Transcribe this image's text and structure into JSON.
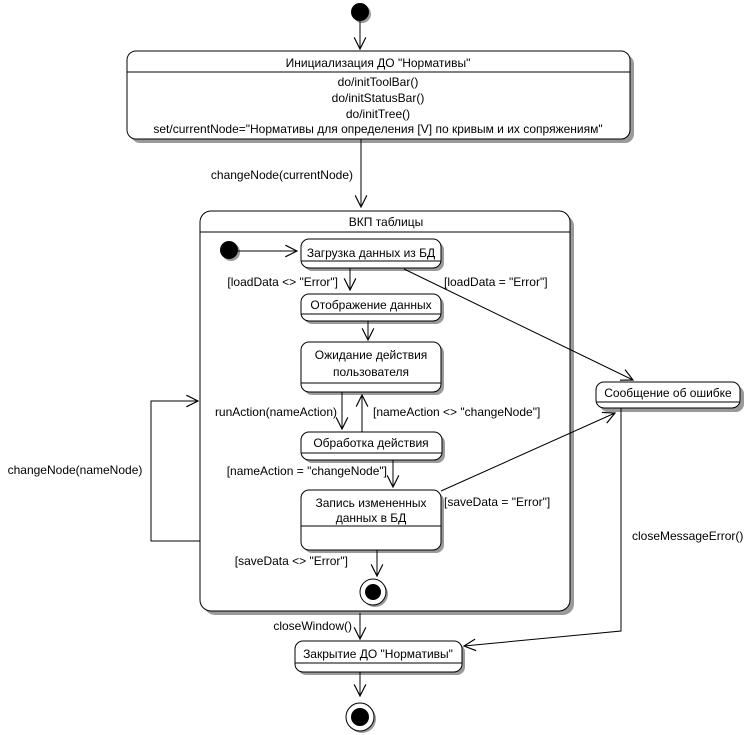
{
  "diagram": {
    "kind": "uml-statechart",
    "background_color": "#ffffff",
    "line_color": "#000000",
    "shadow_color": "#9a9a9a"
  },
  "states": {
    "init": {
      "name": "Инициализация ДО \"Нормативы\"",
      "actions": [
        "do/initToolBar()",
        "do/initStatusBar()",
        "do/initTree()",
        "set/currentNode=\"Нормативы для определения [V] по кривым и их сопряжениям\""
      ]
    },
    "vkp": {
      "name": "ВКП таблицы"
    },
    "load": {
      "name": "Загрузка данных из БД"
    },
    "display": {
      "name": "Отображение данных"
    },
    "wait": {
      "lines": [
        "Ожидание действия",
        "пользователя"
      ]
    },
    "process": {
      "name": "Обработка действия"
    },
    "save": {
      "lines": [
        "Запись измененных",
        "данных в БД"
      ]
    },
    "error": {
      "name": "Сообщение об ошибке"
    },
    "close": {
      "name": "Закрытие ДО \"Нормативы\""
    }
  },
  "transitions": {
    "change_current": "changeNode(currentNode)",
    "load_ok": "[loadData <> \"Error\"]",
    "load_err": "[loadData = \"Error\"]",
    "run_action": "runAction(nameAction)",
    "action_other": "[nameAction <> \"changeNode\"]",
    "action_change": "[nameAction = \"changeNode\"]",
    "save_err": "[saveData = \"Error\"]",
    "save_ok": "[saveData <> \"Error\"]",
    "change_name": "changeNode(nameNode)",
    "close_window": "closeWindow()",
    "close_msg": "closeMessageError()"
  }
}
